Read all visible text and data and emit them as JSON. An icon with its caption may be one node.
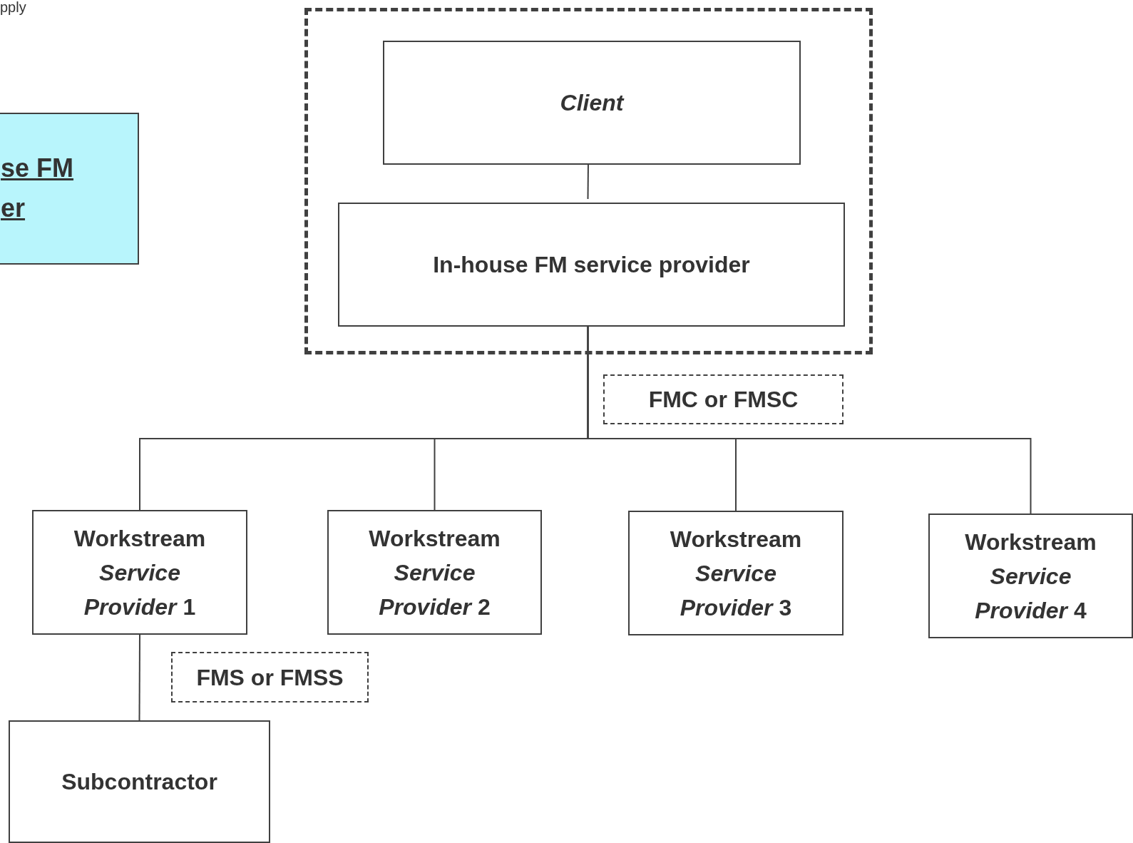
{
  "diagram": {
    "nodes": [
      {
        "text": [
          "se FM er"
        ]
      },
      {
        "text": [],
        "shape": "box"
      },
      {
        "text": [
          "Client"
        ],
        "in": 1
      },
      {
        "text": [
          "In-house FM service provider"
        ],
        "in": 1
      },
      {
        "text": [
          "FMC or FMSC"
        ]
      },
      {
        "text": [
          "Workstream *Service Provider* 1"
        ]
      },
      {
        "text": [
          "Workstream *Service Provider* 2"
        ]
      },
      {
        "text": [
          "Workstream *Service Provider* 3"
        ]
      },
      {
        "text": [
          "Workstream *Service Provider* 4"
        ]
      },
      {
        "text": [
          "FMS or FMSS"
        ]
      },
      {
        "text": [
          "Subcontractor"
        ]
      }
    ],
    "edges": [
      {
        "from": 2,
        "to": 3,
        "arrow": "none"
      },
      {
        "from": 3,
        "to": 5,
        "arrow": "none"
      },
      {
        "from": 3,
        "to": 6,
        "arrow": "none"
      },
      {
        "from": 3,
        "to": 7,
        "arrow": "none"
      },
      {
        "from": 3,
        "to": 8,
        "arrow": "none"
      },
      {
        "from": 5,
        "to": 10,
        "arrow": "none"
      }
    ],
    "labels": [
      "pply"
    ]
  }
}
